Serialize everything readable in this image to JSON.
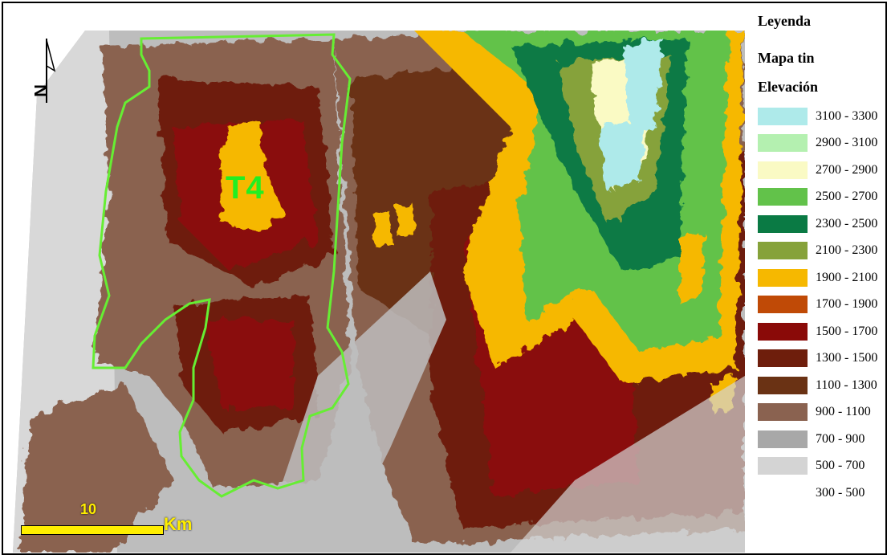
{
  "legend": {
    "title": "Leyenda",
    "layer": "Mapa tin",
    "field": "Elevación",
    "items": [
      {
        "label": "3100 - 3300",
        "color": "#aeeaea"
      },
      {
        "label": "2900 - 3100",
        "color": "#b4f0b0"
      },
      {
        "label": "2700 - 2900",
        "color": "#fafac4"
      },
      {
        "label": "2500 - 2700",
        "color": "#62c24a"
      },
      {
        "label": "2300 - 2500",
        "color": "#0a7a44"
      },
      {
        "label": "2100 - 2300",
        "color": "#86a23a"
      },
      {
        "label": "1900 - 2100",
        "color": "#f6b800"
      },
      {
        "label": "1700 - 1900",
        "color": "#c04a06"
      },
      {
        "label": "1500 - 1700",
        "color": "#8a0a08"
      },
      {
        "label": "1300 - 1500",
        "color": "#6e1e0c"
      },
      {
        "label": "1100 - 1300",
        "color": "#6a3214"
      },
      {
        "label": "900 - 1100",
        "color": "#8a6250"
      },
      {
        "label": "700 - 900",
        "color": "#a8a8a8"
      },
      {
        "label": "500 - 700",
        "color": "#d4d4d4"
      },
      {
        "label": "300 - 500",
        "color": "#ffffff"
      }
    ]
  },
  "map": {
    "zone_label": "T4",
    "north_letter": "N",
    "scale_value": "10",
    "scale_unit": "Km",
    "boundary_color": "#66ee33"
  }
}
